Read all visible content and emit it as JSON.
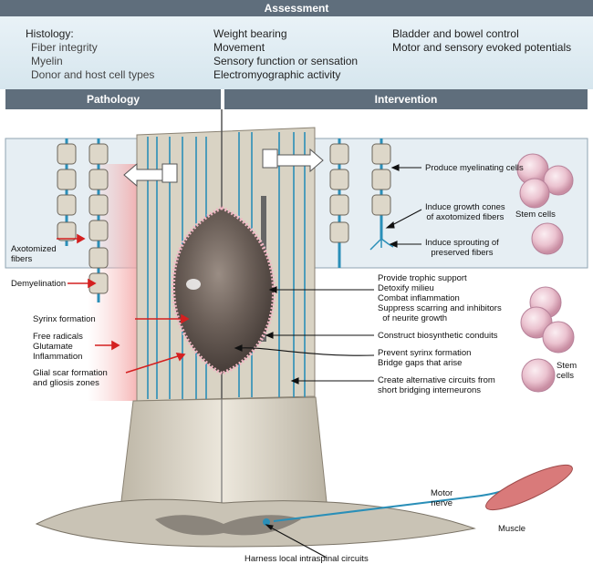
{
  "header": {
    "assessment": "Assessment",
    "pathology": "Pathology",
    "intervention": "Intervention"
  },
  "assessment": {
    "col1": {
      "heading": "Histology:",
      "items": [
        "Fiber integrity",
        "Myelin",
        "Donor and host cell types"
      ]
    },
    "col2": [
      "Weight bearing",
      "Movement",
      "Sensory function or sensation",
      "Electromyographic activity"
    ],
    "col3": [
      "Bladder and bowel control",
      "Motor and sensory evoked potentials"
    ]
  },
  "pathology_labels": {
    "axotomized": "Axotomized\nfibers",
    "demyelination": "Demyelination",
    "syrinx": "Syrinx formation",
    "free_radicals": "Free radicals\nGlutamate\nInflammation",
    "glial": "Glial scar formation\nand gliosis zones"
  },
  "intervention_labels": {
    "myelinating": "Produce myelinating cells",
    "growth_cones": "Induce growth cones\nof axotomized fibers",
    "sprouting": "Induce sprouting of\npreserved fibers",
    "stem_cells_1": "Stem cells",
    "trophic": "Provide trophic support\nDetoxify milieu\nCombat inflammation\nSuppress scarring and inhibitors\n  of neurite growth",
    "conduits": "Construct biosynthetic conduits",
    "prevent_syrinx": "Prevent syrinx formation\nBridge gaps that arise",
    "alt_circuits": "Create alternative circuits from\nshort bridging interneurons",
    "stem_cells_2": "Stem\ncells"
  },
  "bottom_labels": {
    "motor_nerve": "Motor\nnerve",
    "muscle": "Muscle",
    "harness": "Harness local intraspinal circuits"
  },
  "colors": {
    "header_bar": "#5f6e7c",
    "assessment_bg": "#dde9f0",
    "panel_bg": "#e6eef3",
    "arrow_red": "#d42020",
    "cord": "#d9d3c4",
    "lesion": "#5a4f49",
    "stem_cell": "#e8c4d0",
    "axon_blue": "#2a8fb8"
  }
}
